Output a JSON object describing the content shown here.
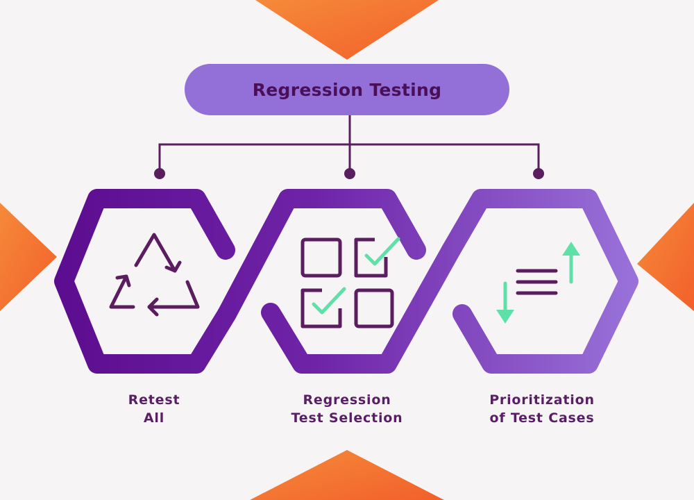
{
  "root": {
    "label": "Regression Testing"
  },
  "branches": [
    {
      "line1": "Retest",
      "line2": "All",
      "icon": "recycle-icon"
    },
    {
      "line1": "Regression",
      "line2": "Test Selection",
      "icon": "checklist-grid-icon"
    },
    {
      "line1": "Prioritization",
      "line2": "of Test Cases",
      "icon": "sort-priority-icon"
    }
  ],
  "colors": {
    "background": "#f7f4f6",
    "accent_orange": "#f36f2b",
    "root_fill": "#9370d8",
    "root_text": "#4b0f57",
    "hex_dark": "#5c0c8e",
    "hex_light": "#9a73da",
    "connector": "#5a1d5e",
    "icon_stroke": "#5a1d5e",
    "check_green": "#5fe0a8",
    "caption_text": "#5a1e66"
  }
}
